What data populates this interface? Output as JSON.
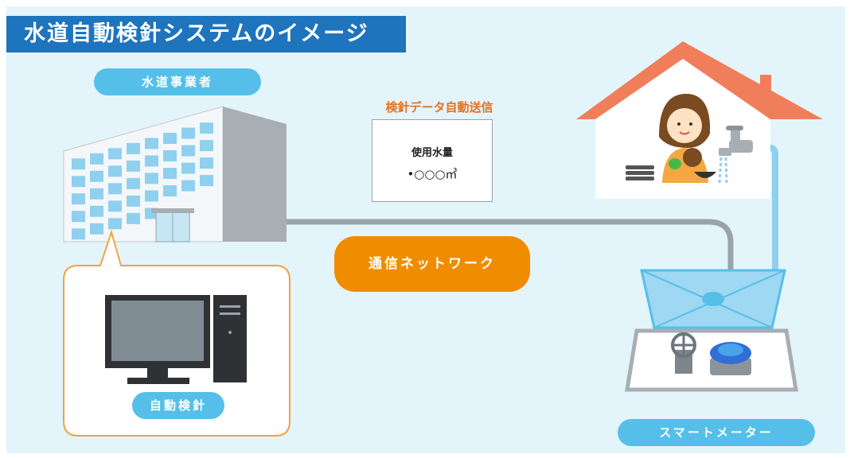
{
  "title": "水道自動検針システムのイメージ",
  "labels": {
    "operator": "水道事業者",
    "auto_reading": "自動検針",
    "network": "通信ネットワーク",
    "smart_meter": "スマートメーター",
    "data_transmission": "検針データ自動送信"
  },
  "data_card": {
    "usage_label": "使用水量",
    "usage_value": "•○○○㎥"
  },
  "colors": {
    "title_bg": "#1e74bd",
    "pill_blue": "#55bfea",
    "network_orange": "#f08c00",
    "house_roof": "#f07e5b",
    "panel_bg": "#e4f4fb"
  },
  "icons": [
    "office-building-icon",
    "desktop-computer-icon",
    "house-icon",
    "person-washing-dishes-icon",
    "faucet-icon",
    "meter-box-icon"
  ]
}
